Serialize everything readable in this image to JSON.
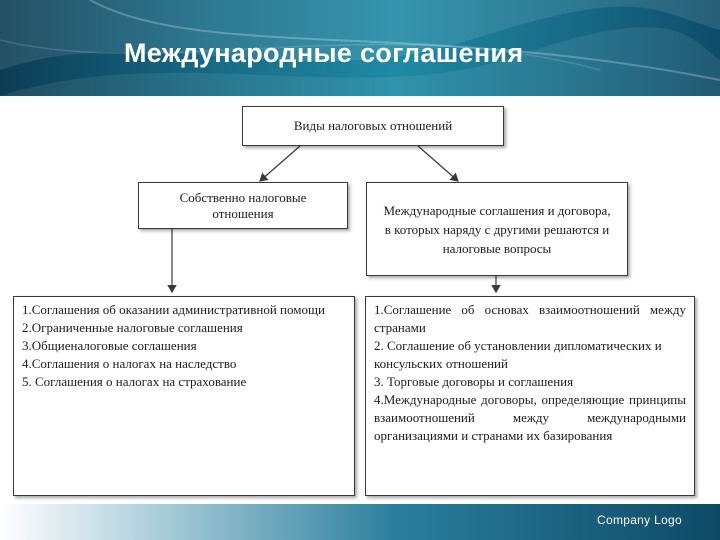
{
  "slide": {
    "title": "Международные соглашения",
    "company_logo": "Company Logo"
  },
  "diagram": {
    "root": "Виды налоговых отношений",
    "left_category": "Собственно налоговые отношения",
    "right_category": "Международные соглашения и договора, в которых наряду с другими решаются и налоговые вопросы",
    "left_items": [
      "1.Соглашения об оказании административной помощи",
      "2.Ограниченные налоговые соглашения",
      "3.Общиеналоговые соглашения",
      "4.Соглашения о налогах на наследство",
      "5. Соглашения о налогах на страхование"
    ],
    "right_items": [
      "1.Соглашение об основах взаимоотношений между странами",
      "2. Соглашение об установлении дипломатических и консульских отношений",
      "3. Торговые договоры и соглашения",
      "4.Международные договоры, определяющие принципы взаимоотношений между международными организациями и странами их базирования"
    ]
  },
  "colors": {
    "header_dark": "#0c3d54",
    "header_light": "#1f8aa5",
    "box_border": "#3a3a3a",
    "text": "#1c1c1c"
  }
}
